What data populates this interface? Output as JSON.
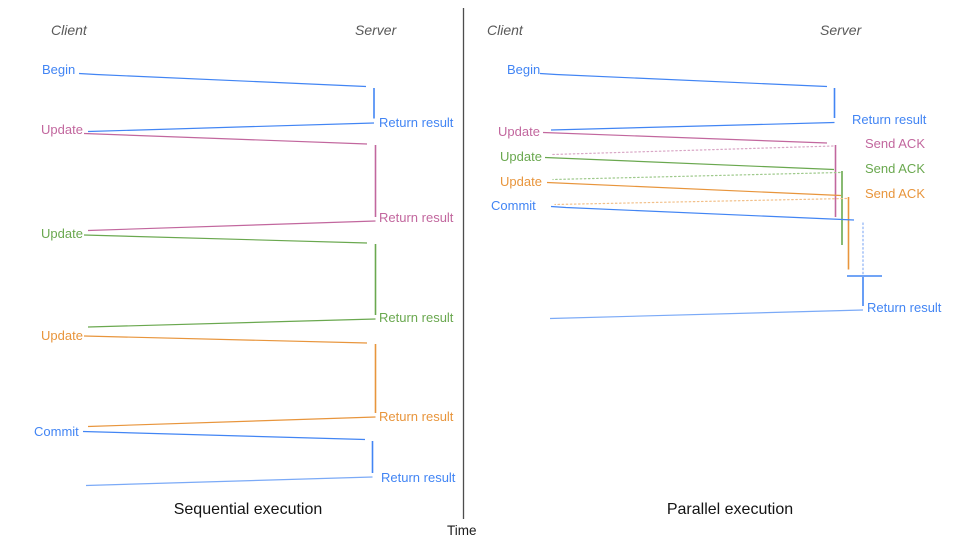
{
  "sequential": {
    "title": "Sequential execution",
    "client_label": "Client",
    "server_label": "Server",
    "steps": [
      {
        "request": "Begin",
        "response": "Return result"
      },
      {
        "request": "Update",
        "response": "Return result"
      },
      {
        "request": "Update",
        "response": "Return result"
      },
      {
        "request": "Update",
        "response": "Return result"
      },
      {
        "request": "Commit",
        "response": "Return result"
      }
    ]
  },
  "parallel": {
    "title": "Parallel execution",
    "client_label": "Client",
    "server_label": "Server",
    "steps": [
      {
        "request": "Begin",
        "response": "Return result"
      },
      {
        "request": "Update",
        "response": "Send ACK"
      },
      {
        "request": "Update",
        "response": "Send ACK"
      },
      {
        "request": "Update",
        "response": "Send ACK"
      },
      {
        "request": "Commit",
        "response": "Return result"
      }
    ]
  },
  "axis": {
    "time_label": "Time"
  },
  "colors": {
    "blue": "#4285f4",
    "light_blue": "#7baaf7",
    "pink": "#c2679e",
    "green": "#6aa84f",
    "orange": "#e8953c",
    "axis_gray": "#4d4d4d"
  }
}
